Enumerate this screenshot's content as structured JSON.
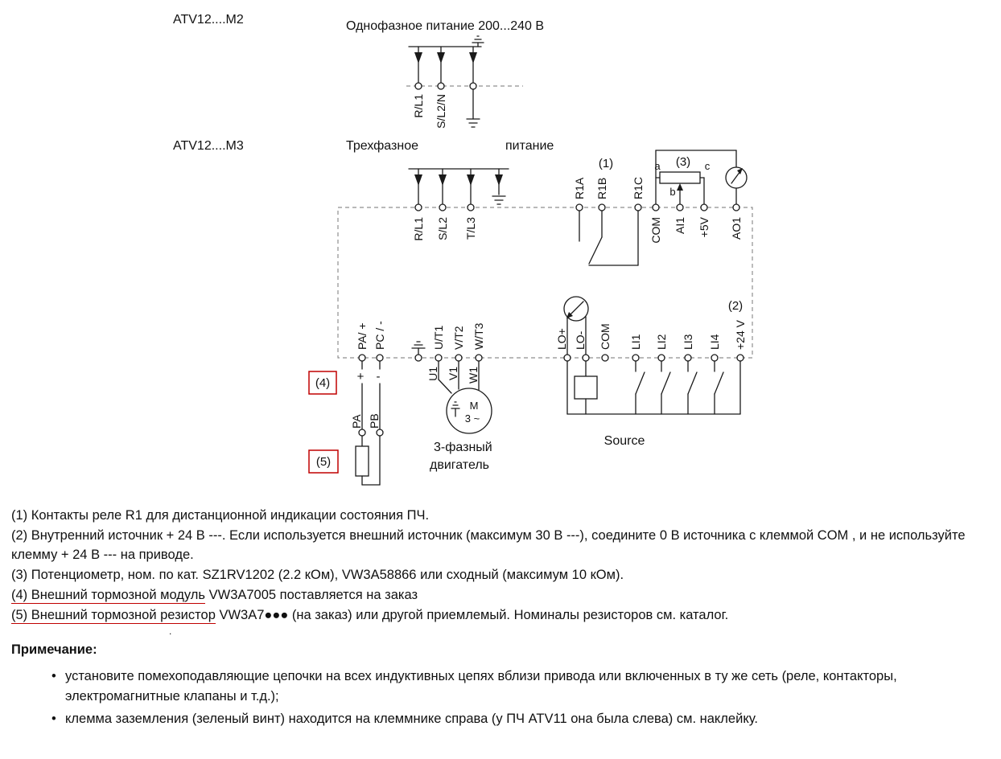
{
  "m2_block": {
    "model": "ATV12....M2",
    "title": "Однофазное питание 200...240 В",
    "terminals": [
      "R/L1",
      "S/L2/N"
    ]
  },
  "m3_block": {
    "model": "ATV12....M3",
    "title_left": "Трехфазное",
    "title_right": "питание",
    "terminals": [
      "R/L1",
      "S/L2",
      "T/L3"
    ]
  },
  "relay_block": {
    "callout": "(1)",
    "terminals": [
      "R1A",
      "R1B",
      "R1C"
    ]
  },
  "analog_block": {
    "callout": "(3)",
    "pot_a": "a",
    "pot_b": "b",
    "pot_c": "c",
    "terminals": [
      "COM",
      "AI1",
      "+5V",
      "AO1"
    ]
  },
  "dc_bus": {
    "terminals": [
      "PA/ +",
      "PC / -"
    ]
  },
  "motor_block": {
    "terminals": [
      "U/T1",
      "V/T2",
      "W/T3"
    ],
    "wires": [
      "U1",
      "V1",
      "W1"
    ],
    "symbol_m": "M",
    "symbol_phase": "3 ~",
    "caption_line1": "3-фазный",
    "caption_line2": "двигатель"
  },
  "logic_block": {
    "callout": "(2)",
    "terminals": [
      "LO+",
      "LO-",
      "COM",
      "LI1",
      "LI2",
      "LI3",
      "LI4",
      "+24 V"
    ],
    "source_label": "Source"
  },
  "brake_block": {
    "callout_module": "(4)",
    "callout_resistor": "(5)",
    "plus": "+",
    "minus": "-",
    "terminals": [
      "PA",
      "PB"
    ]
  },
  "notes": {
    "note1": "(1) Контакты реле R1 для дистанционной индикации состояния ПЧ.",
    "note2": "(2) Внутренний источник  + 24 В ---. Если используется внешний источник (максимум 30 В ---), соедините 0 В источника с клеммой COM , и не используйте клемму + 24 В --- на приводе.",
    "note3": "(3) Потенциометр, ном. по кат. SZ1RV1202 (2.2 кОм), VW3A58866 или сходный (максимум 10 кОм).",
    "note4_underlined": "(4) Внешний тормозной модуль",
    "note4_rest": " VW3A7005 поставляется на заказ",
    "note5_underlined": "(5) Внешний тормозной резистор",
    "note5_rest": " VW3A7●●● (на заказ) или другой приемлемый. Номиналы резисторов см. каталог.",
    "stray_dot": "."
  },
  "remark": {
    "heading": "Примечание:",
    "bullet_char": "•",
    "bullets": [
      "установите помехоподавляющие цепочки на всех индуктивных цепях вблизи привода или включенных в ту же сеть (реле, контакторы, электромагнитные клапаны и т.д.);",
      "клемма заземления (зеленый винт) находится на клеммнике справа (у ПЧ ATV11 она была слева) см. наклейку."
    ]
  },
  "colors": {
    "wire": "#1a1a1a",
    "dashed_border": "#8f8f8f",
    "callout_box_red": "#c00000",
    "underline_red": "#c00000"
  }
}
